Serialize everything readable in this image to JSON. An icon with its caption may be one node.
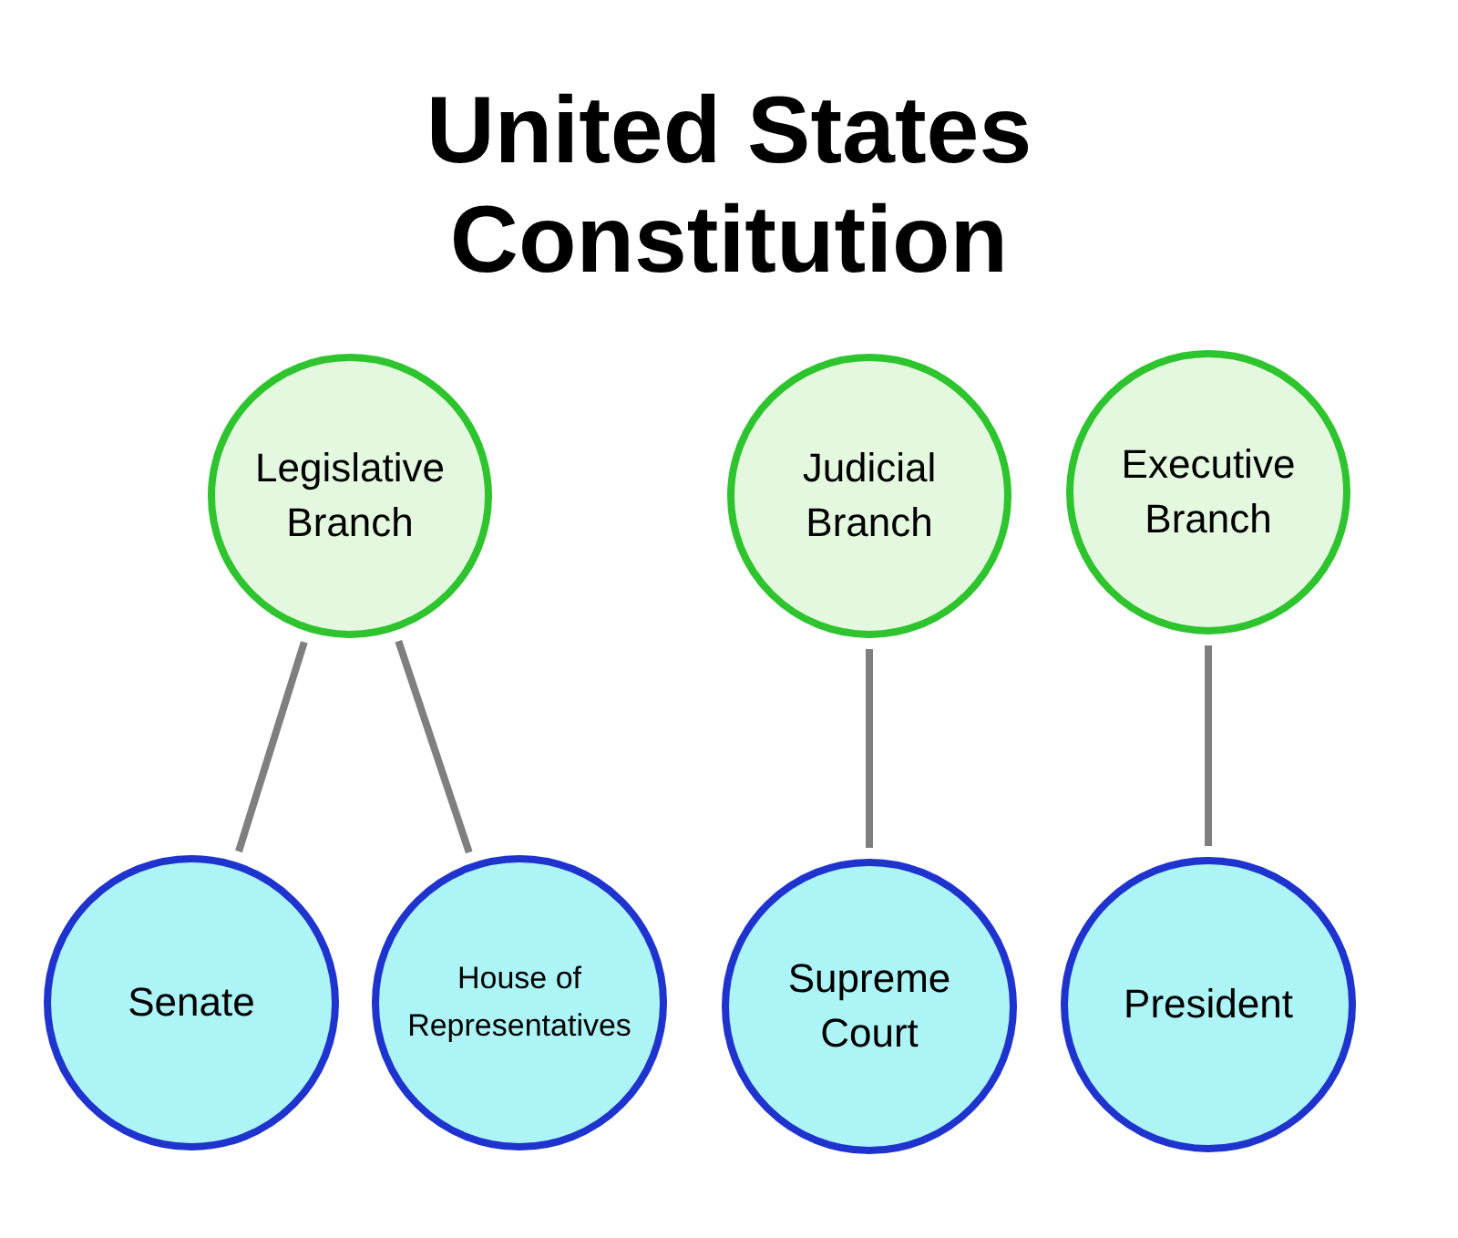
{
  "diagram": {
    "title": "United States Constitution",
    "nodes": [
      {
        "text": [
          "Legislative Branch"
        ]
      },
      {
        "text": [
          "Judicial Branch"
        ]
      },
      {
        "text": [
          "Executive Branch"
        ]
      },
      {
        "text": [
          "Senate"
        ]
      },
      {
        "text": [
          "House of Representatives"
        ]
      },
      {
        "text": [
          "Supreme Court"
        ]
      },
      {
        "text": [
          "President"
        ]
      }
    ],
    "edges": [
      {
        "from": 0,
        "to": 3,
        "arrow": "none"
      },
      {
        "from": 0,
        "to": 4,
        "arrow": "none"
      },
      {
        "from": 1,
        "to": 5,
        "arrow": "none"
      },
      {
        "from": 2,
        "to": 6,
        "arrow": "none"
      }
    ]
  }
}
